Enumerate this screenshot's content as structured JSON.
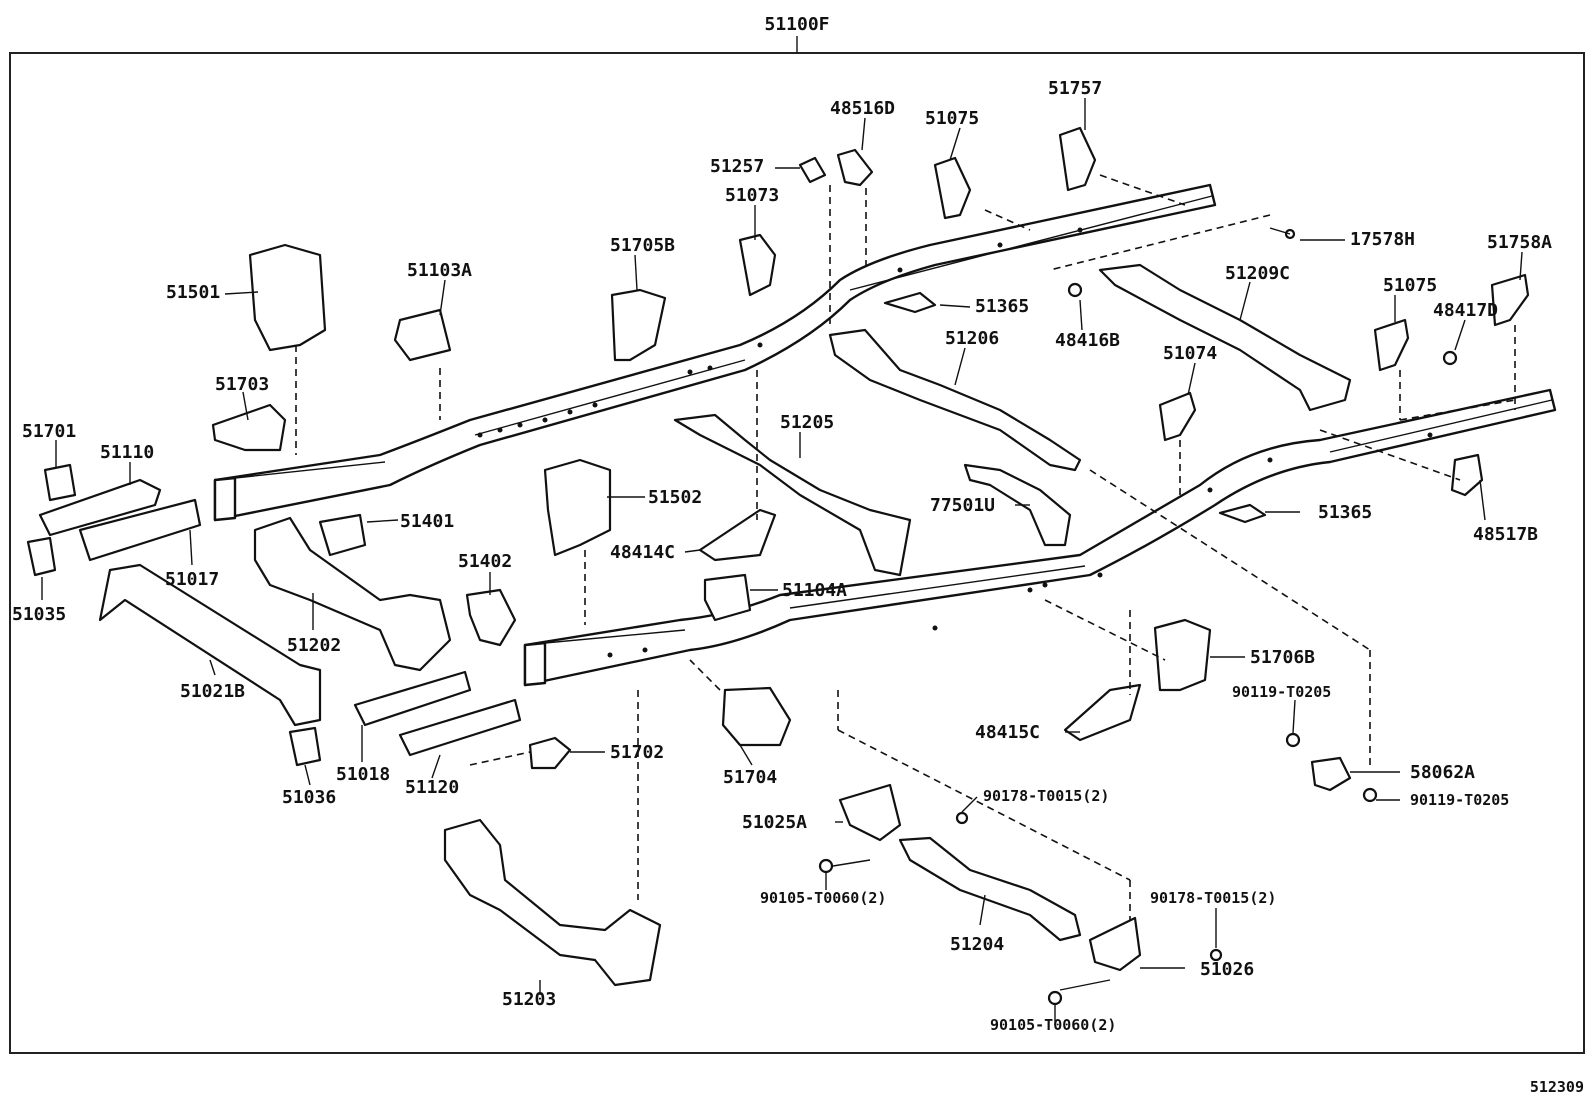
{
  "header": {
    "assembly_label": "51100F"
  },
  "footer": {
    "figure_number": "512309"
  },
  "parts": {
    "p51757": "51757",
    "p48516D": "48516D",
    "p51075_top": "51075",
    "p51257": "51257",
    "p51073": "51073",
    "p17578H": "17578H",
    "p51758A": "51758A",
    "p51705B": "51705B",
    "p51103A": "51103A",
    "p51501": "51501",
    "p51209C": "51209C",
    "p51365_top": "51365",
    "p51075_right": "51075",
    "p48417D": "48417D",
    "p48416B": "48416B",
    "p51206": "51206",
    "p51074": "51074",
    "p51703": "51703",
    "p51701": "51701",
    "p51110": "51110",
    "p51205": "51205",
    "p77501U": "77501U",
    "p51502": "51502",
    "p51401": "51401",
    "p51365_mid": "51365",
    "p48517B": "48517B",
    "p48414C": "48414C",
    "p51017": "51017",
    "p51035": "51035",
    "p51402": "51402",
    "p51104A": "51104A",
    "p51202": "51202",
    "p51706B": "51706B",
    "p51021B": "51021B",
    "p90119_T0205_a": "90119-T0205",
    "p48415C": "48415C",
    "p51702": "51702",
    "p51704": "51704",
    "p58062A": "58062A",
    "p51018": "51018",
    "p51036": "51036",
    "p51120": "51120",
    "p90178_T0015_a": "90178-T0015(2)",
    "p90119_T0205_b": "90119-T0205",
    "p51025A": "51025A",
    "p90105_T0060_a": "90105-T0060(2)",
    "p90178_T0015_b": "90178-T0015(2)",
    "p51204": "51204",
    "p51026": "51026",
    "p51203": "51203",
    "p90105_T0060_b": "90105-T0060(2)"
  }
}
